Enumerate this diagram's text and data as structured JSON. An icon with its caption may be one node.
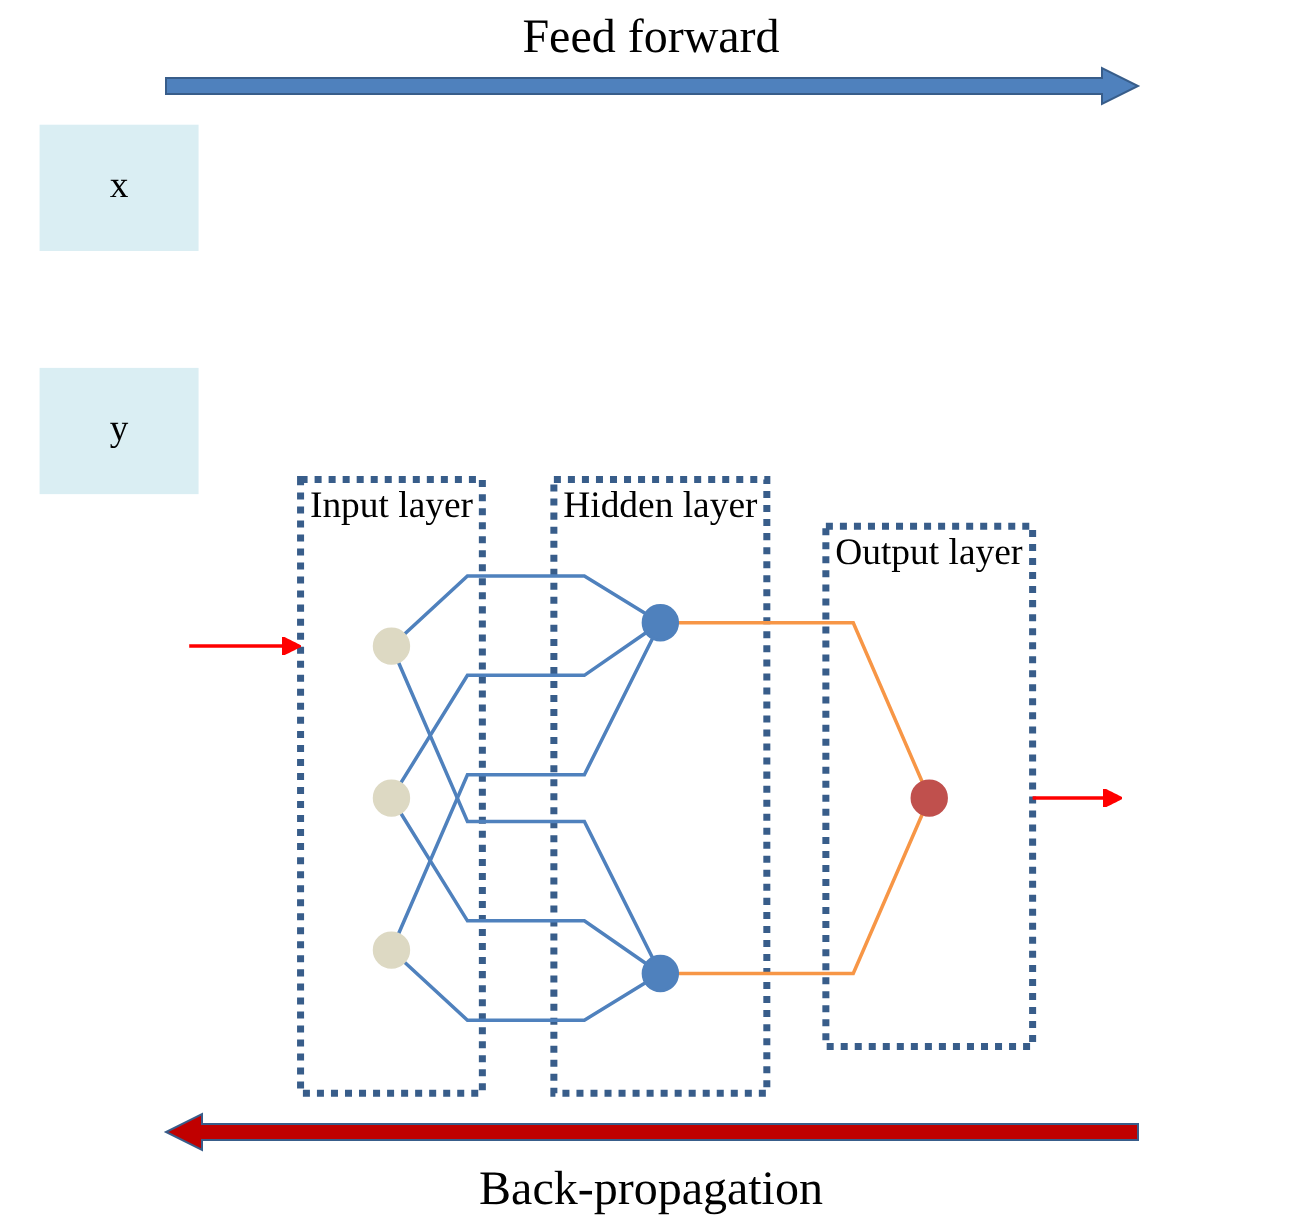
{
  "diagram": {
    "nodes": [
      {
        "text": [
          "Input layer"
        ]
      },
      {
        "text": [],
        "shape": "circle",
        "in": 0
      },
      {
        "text": [],
        "shape": "circle",
        "in": 0
      },
      {
        "text": [],
        "shape": "circle",
        "in": 0
      },
      {
        "text": [
          "Hidden layer"
        ]
      },
      {
        "text": [],
        "shape": "circle",
        "in": 4
      },
      {
        "text": [],
        "shape": "circle",
        "in": 4
      },
      {
        "text": [
          "Output layer"
        ]
      },
      {
        "text": [],
        "shape": "circle",
        "in": 7
      },
      {
        "text": [
          "x"
        ]
      },
      {
        "text": [
          "y"
        ]
      }
    ],
    "edges": [
      {
        "from": null,
        "to": 0,
        "arrow": "to",
        "color": "#ff0000"
      },
      {
        "from": 1,
        "to": 5,
        "arrow": "none"
      },
      {
        "from": 1,
        "to": 6,
        "arrow": "none"
      },
      {
        "from": 2,
        "to": 5,
        "arrow": "none"
      },
      {
        "from": 2,
        "to": 6,
        "arrow": "none"
      },
      {
        "from": 3,
        "to": 5,
        "arrow": "none"
      },
      {
        "from": 3,
        "to": 6,
        "arrow": "none"
      },
      {
        "from": 5,
        "to": 8,
        "arrow": "none",
        "color": "#f79646"
      },
      {
        "from": 6,
        "to": 8,
        "arrow": "none",
        "color": "#f79646"
      },
      {
        "from": 7,
        "to": null,
        "arrow": "to",
        "color": "#ff0000"
      }
    ],
    "labels": [
      "Feed forward",
      "Back-propagation"
    ]
  }
}
